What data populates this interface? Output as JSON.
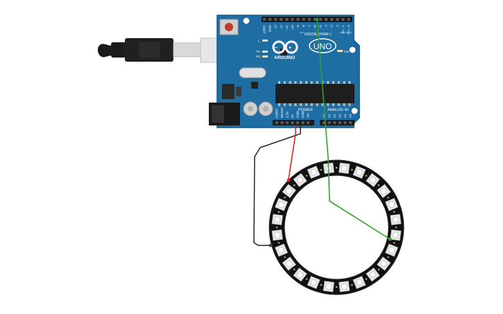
{
  "board": {
    "brand": "ARDUINO",
    "model": "UNO",
    "digital_header_label": "DIGITAL (PWM~)",
    "power_label": "POWER",
    "analog_label": "ANALOG IN",
    "on_label": "ON",
    "led_l_label": "L",
    "led_tx_label": "TX",
    "led_rx_label": "RX",
    "digital_pins": [
      "AREF",
      "GND",
      "13",
      "12",
      "~11",
      "~10",
      "~9",
      "8",
      "7",
      "~6",
      "~5",
      "4",
      "~3",
      "2",
      "TX→1",
      "RX←0"
    ],
    "power_pins": [
      "IOREF",
      "RESET",
      "3.3V",
      "5V",
      "GND",
      "GND",
      "Vin"
    ],
    "analog_pins": [
      "A0",
      "A1",
      "A2",
      "A3",
      "A4",
      "A5"
    ]
  },
  "ring": {
    "led_count": 24
  },
  "colors": {
    "board": "#1f6ea3",
    "board_edge": "#16578a",
    "wire_5v": "#e2231a",
    "wire_gnd": "#222222",
    "wire_data": "#2ea02e",
    "ring": "#111111"
  },
  "icons": {
    "logo": "infinity-logo-icon",
    "usb": "usb-cable-icon",
    "power_jack": "dc-power-jack-icon",
    "reset": "reset-button-icon"
  }
}
